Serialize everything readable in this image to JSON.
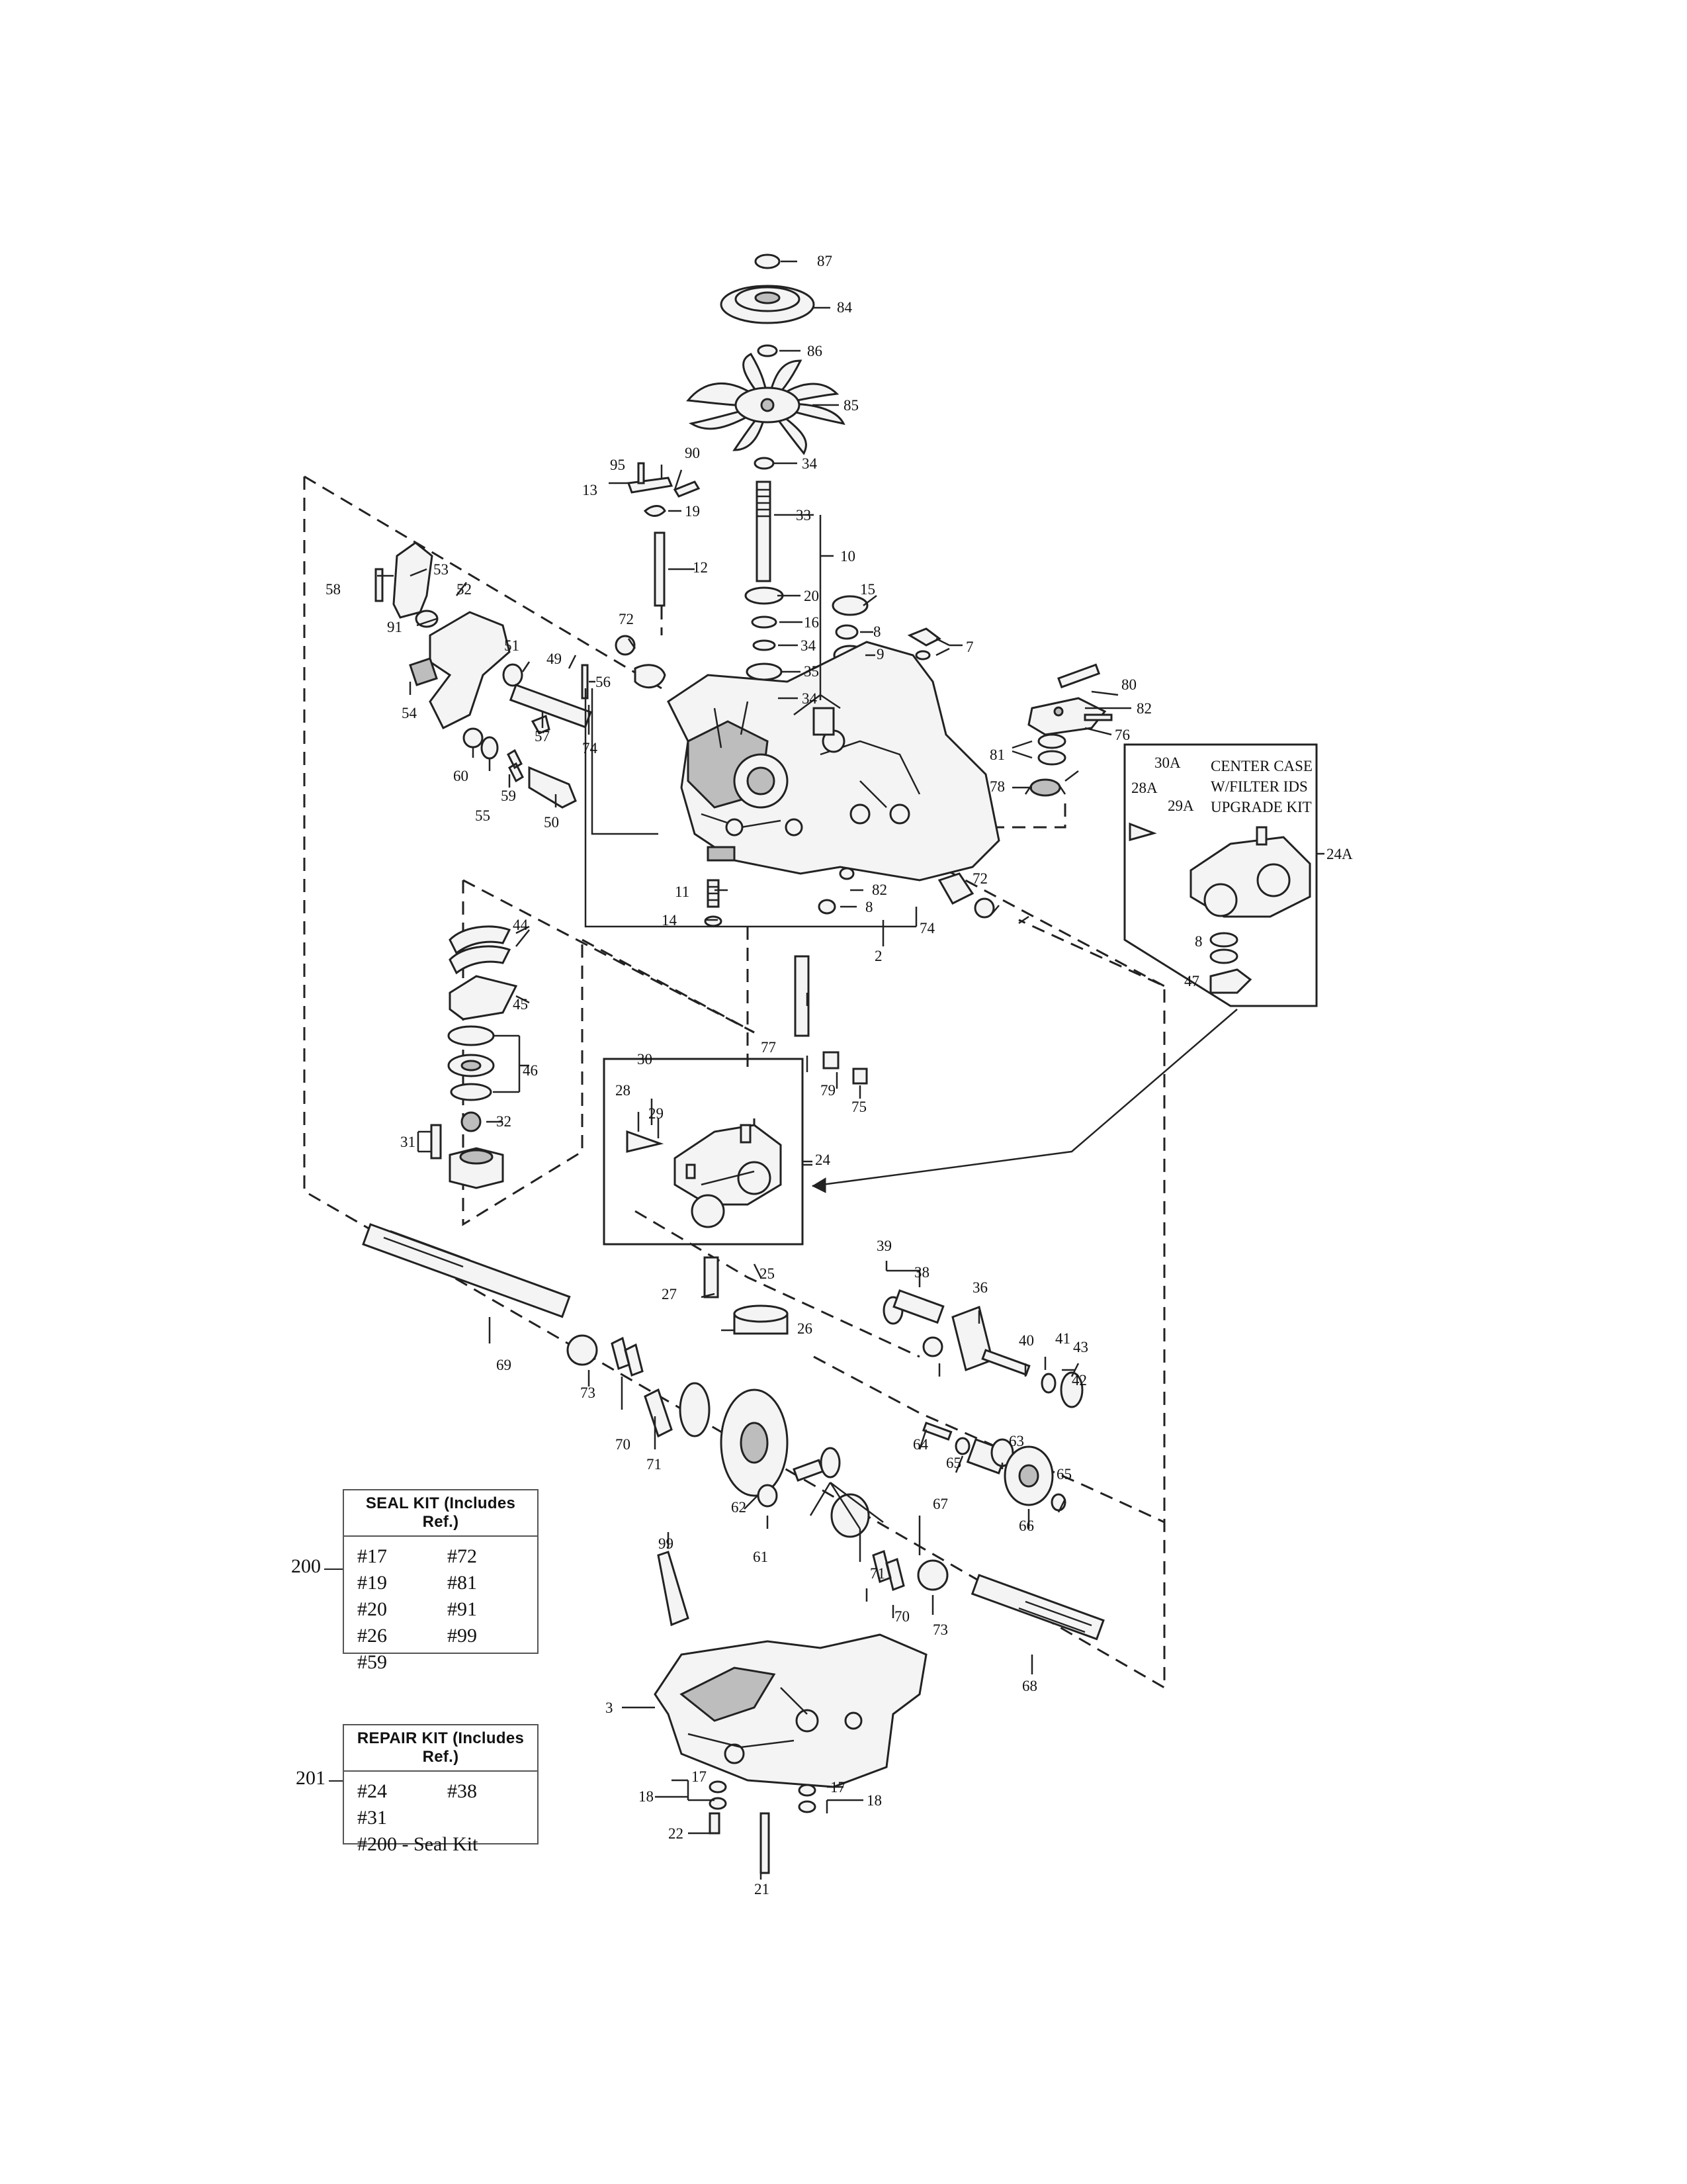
{
  "labels": [
    "87",
    "84",
    "86",
    "85",
    "34",
    "95",
    "90",
    "13",
    "19",
    "33",
    "10",
    "12",
    "15",
    "20",
    "16",
    "8",
    "9",
    "7",
    "34",
    "35",
    "34",
    "58",
    "53",
    "52",
    "91",
    "72",
    "51",
    "49",
    "56",
    "54",
    "57",
    "74",
    "60",
    "55",
    "59",
    "50",
    "80",
    "82",
    "76",
    "81",
    "78",
    "11",
    "14",
    "8",
    "82",
    "74",
    "2",
    "72",
    "44",
    "45",
    "77",
    "46",
    "79",
    "75",
    "31",
    "32",
    "30",
    "28",
    "29",
    "24",
    "39",
    "38",
    "36",
    "25",
    "27",
    "26",
    "40",
    "43",
    "41",
    "42",
    "69",
    "73",
    "70",
    "71",
    "64",
    "63",
    "65",
    "67",
    "66",
    "65",
    "62",
    "61",
    "71",
    "70",
    "73",
    "99",
    "68",
    "3",
    "17",
    "18",
    "22",
    "21",
    "17",
    "18",
    "30A",
    "28A",
    "29A",
    "24A",
    "8",
    "47",
    "200",
    "201"
  ],
  "center_case_note": [
    "CENTER CASE",
    "W/FILTER IDS",
    "UPGRADE KIT"
  ],
  "seal_kit": {
    "title": "SEAL KIT (Includes Ref.)",
    "number": "200",
    "items": [
      "#17",
      "#72",
      "#19",
      "#81",
      "#20",
      "#91",
      "#26",
      "#99",
      "#59",
      ""
    ]
  },
  "repair_kit": {
    "title": "REPAIR KIT (Includes Ref.)",
    "number": "201",
    "items": [
      "#24",
      "#38",
      "#31",
      "",
      "#200 - Seal Kit",
      ""
    ]
  }
}
